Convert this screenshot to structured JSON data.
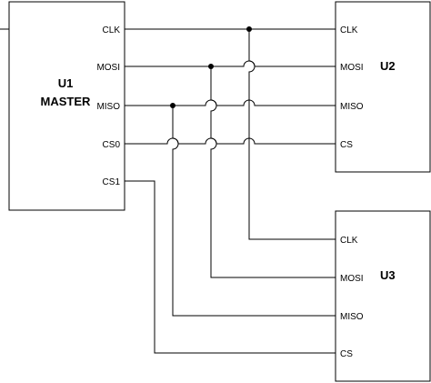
{
  "master": {
    "designator": "U1",
    "role": "MASTER",
    "pins": [
      "CLK",
      "MOSI",
      "MISO",
      "CS0",
      "CS1"
    ]
  },
  "slave_u2": {
    "designator": "U2",
    "pins": [
      "CLK",
      "MOSI",
      "MISO",
      "CS"
    ]
  },
  "slave_u3": {
    "designator": "U3",
    "pins": [
      "CLK",
      "MOSI",
      "MISO",
      "CS"
    ]
  },
  "colors": {
    "line": "#000000",
    "background": "#ffffff"
  }
}
